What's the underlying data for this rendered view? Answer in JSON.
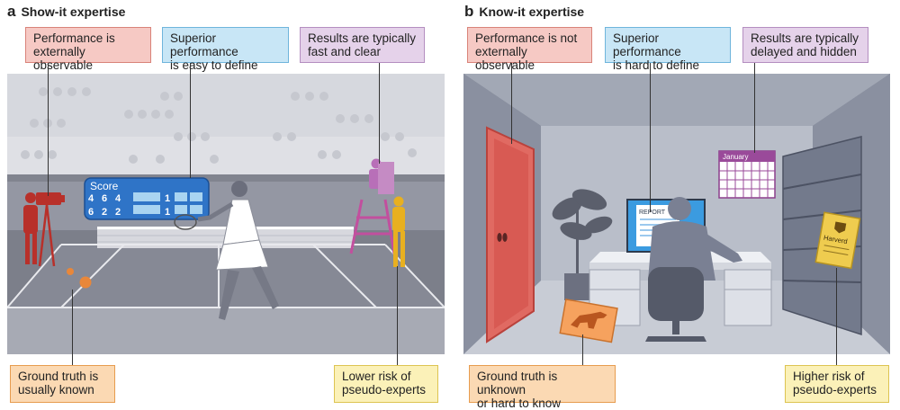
{
  "panel_a": {
    "letter": "a",
    "title": "Show-it expertise",
    "callouts": {
      "top_left": [
        "Performance is",
        "externally observable"
      ],
      "top_mid": [
        "Superior performance",
        "is easy to define"
      ],
      "top_right": [
        "Results are typically",
        "fast and clear"
      ],
      "bottom_left": [
        "Ground truth is",
        "usually known"
      ],
      "bottom_right": [
        "Lower risk of",
        "pseudo-experts"
      ]
    },
    "scoreboard": {
      "label": "Score",
      "row1": [
        "4",
        "6",
        "4",
        "1"
      ],
      "row2": [
        "6",
        "2",
        "2",
        "1"
      ]
    }
  },
  "panel_b": {
    "letter": "b",
    "title": "Know-it expertise",
    "callouts": {
      "top_left": [
        "Performance is not",
        "externally observable"
      ],
      "top_mid": [
        "Superior performance",
        "is hard to define"
      ],
      "top_right": [
        "Results are typically",
        "delayed and hidden"
      ],
      "bottom_left": [
        "Ground truth is unknown",
        "or hard to know"
      ],
      "bottom_right": [
        "Higher risk of",
        "pseudo-experts"
      ]
    },
    "calendar_label": "January",
    "report_label": "REPORT",
    "diploma_label": "Harverd"
  },
  "colors": {
    "pink": "#f6c9c4",
    "blue": "#c8e6f6",
    "purple": "#e5d2ea",
    "orange": "#fbd9b3",
    "yellow": "#fbf1b8"
  }
}
